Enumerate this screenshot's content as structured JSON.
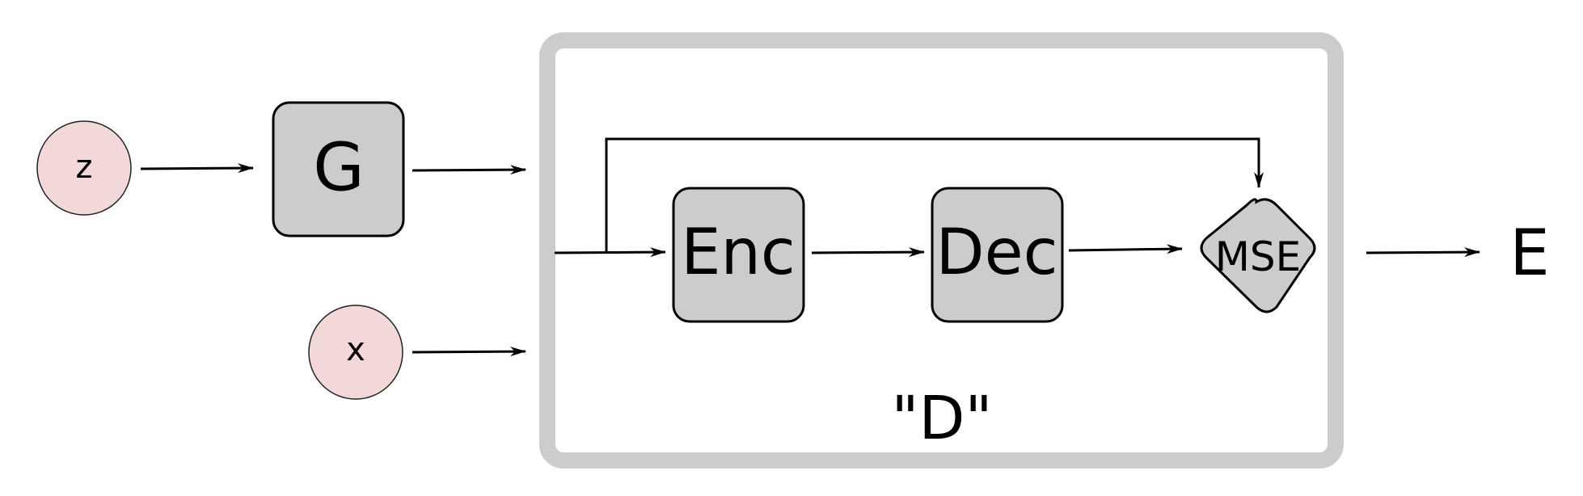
{
  "nodes": {
    "z": "z",
    "x": "x",
    "g": "G",
    "enc": "Enc",
    "dec": "Dec",
    "mse": "MSE",
    "output": "E"
  },
  "container_label": "\"D\""
}
